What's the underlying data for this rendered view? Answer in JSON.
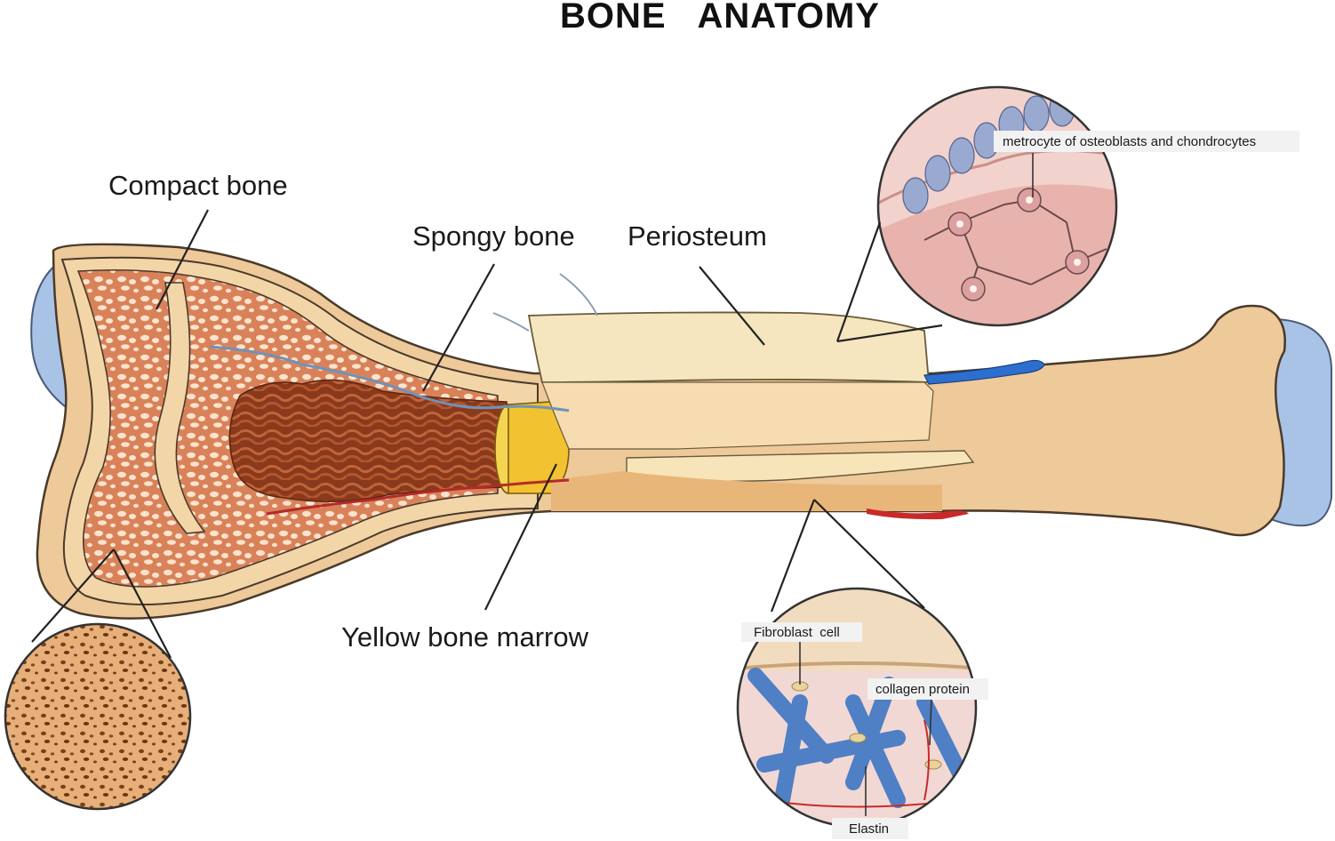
{
  "title": "BONE   ANATOMY",
  "labels": {
    "compact_bone": "Compact bone",
    "spongy_bone": "Spongy bone",
    "periosteum": "Periosteum",
    "yellow_marrow": "Yellow bone marrow",
    "metrocyte": "metrocyte of osteoblasts and chondrocytes",
    "fibroblast": "Fibroblast  cell",
    "collagen": "collagen protein",
    "elastin": "Elastin"
  },
  "colors": {
    "bone_tan": "#eec99a",
    "bone_outline": "#4a3a2a",
    "spongy_red": "#d9825a",
    "marrow_brown": "#8a3a1c",
    "cartilage_blue": "#a9c3e6",
    "periosteum_cream": "#f5e6bf",
    "yellow_marrow": "#f2c230",
    "vein_blue": "#2c6fcf",
    "artery_red": "#c82a2a"
  }
}
